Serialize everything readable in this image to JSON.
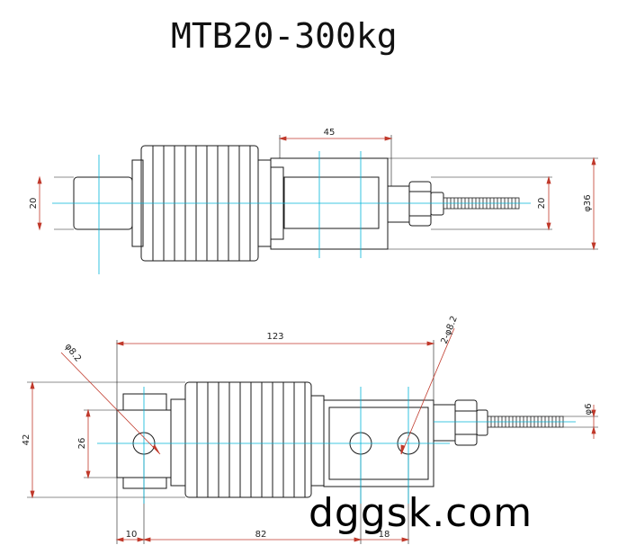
{
  "title": "MTB20-300kg",
  "watermark": "dggsk.com",
  "top_view": {
    "dim_45": "45",
    "dim_20_left": "20",
    "dim_20_right": "20",
    "dim_phi36": "φ36"
  },
  "side_view": {
    "dim_123": "123",
    "dim_phi82": "φ8.2",
    "dim_2phi82": "2-φ8.2",
    "dim_42": "42",
    "dim_26": "26",
    "dim_10": "10",
    "dim_82": "82",
    "dim_18": "18",
    "dim_phi6": "φ6"
  },
  "colors": {
    "outline": "#1a1a1a",
    "centerline": "#00b4d8",
    "dimension": "#c0392b"
  }
}
